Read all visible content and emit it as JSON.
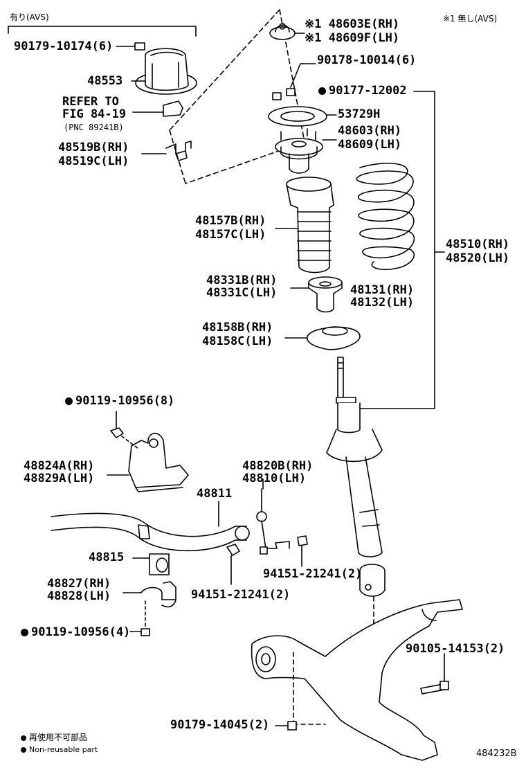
{
  "header": {
    "left_note": "有り(AVS)",
    "right_note": "※1 無し(AVS)"
  },
  "labels": {
    "p90179_10174": "90179-10174(6)",
    "p48553": "48553",
    "refer": "REFER TO",
    "refer_fig": "FIG 84-19",
    "refer_pnc": "(PNC 89241B)",
    "p48519b": "48519B(RH)",
    "p48519c": "48519C(LH)",
    "p48603e": "※1 48603E(RH)",
    "p48609f": "※1 48609F(LH)",
    "p90178": "90178-10014(6)",
    "p90177": "90177-12002",
    "p53729h": "53729H",
    "p48603": "48603(RH)",
    "p48609": "48609(LH)",
    "p48157b": "48157B(RH)",
    "p48157c": "48157C(LH)",
    "p48510": "48510(RH)",
    "p48520": "48520(LH)",
    "p48331b": "48331B(RH)",
    "p48331c": "48331C(LH)",
    "p48131": "48131(RH)",
    "p48132": "48132(LH)",
    "p48158b": "48158B(RH)",
    "p48158c": "48158C(LH)",
    "p90119_8": "90119-10956(8)",
    "p48824a": "48824A(RH)",
    "p48829a": "48829A(LH)",
    "p48820b": "48820B(RH)",
    "p48810": "48810(LH)",
    "p48811": "48811",
    "p48815": "48815",
    "p94151_a": "94151-21241(2)",
    "p94151_b": "94151-21241(2)",
    "p48827": "48827(RH)",
    "p48828": "48828(LH)",
    "p90119_4": "90119-10956(4)",
    "p90105": "90105-14153(2)",
    "p90179_14045": "90179-14045(2)"
  },
  "legend": {
    "jp": "再使用不可部品",
    "en": "Non-reusable part"
  },
  "figure_id": "484232B"
}
